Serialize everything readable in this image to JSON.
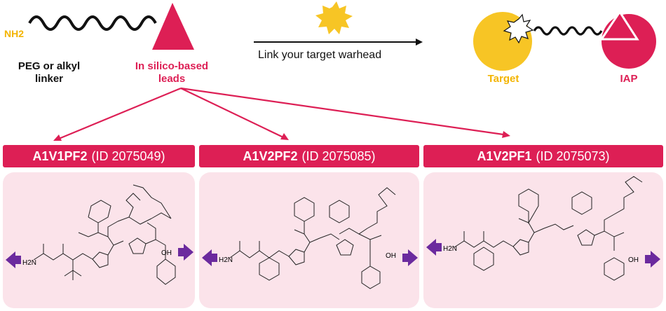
{
  "colors": {
    "brand": "#dd1f55",
    "target": "#f7c525",
    "panel": "#fbe3ea",
    "arrow": "#6b2a9e",
    "text": "#111111"
  },
  "top": {
    "nh2_label": "NH2",
    "linker_label_line1": "PEG or alkyl",
    "linker_label_line2": "linker",
    "leads_label_line1": "In silico-based",
    "leads_label_line2": "leads",
    "link_text": "Link your target warhead",
    "target_label": "Target",
    "iap_label": "IAP"
  },
  "compounds": [
    {
      "name": "A1V1PF2",
      "id": "(ID 2075049)",
      "left_label": "H2N",
      "right_label": "OH"
    },
    {
      "name": "A1V2PF2",
      "id": "(ID 2075085)",
      "left_label": "H2N",
      "right_label": "OH"
    },
    {
      "name": "A1V2PF1",
      "id": "(ID 2075073)",
      "left_label": "H2N",
      "right_label": "OH"
    }
  ]
}
